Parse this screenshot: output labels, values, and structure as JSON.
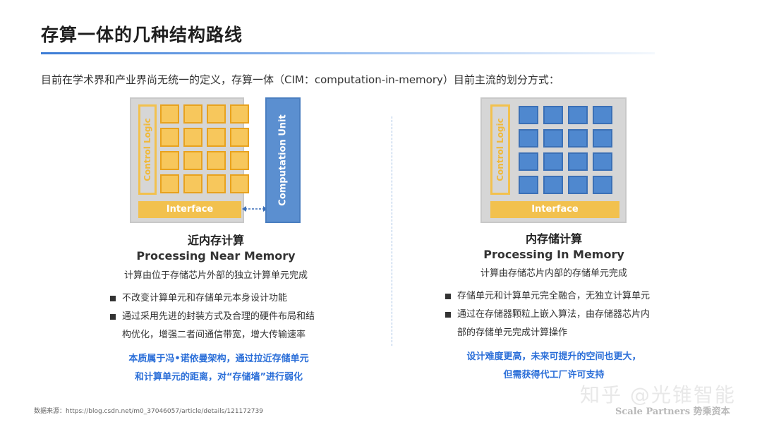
{
  "title": "存算一体的几种结构路线",
  "intro": "目前在学术界和产业界尚无统一的定义，存算一体（CIM：computation-in-memory）目前主流的划分方式：",
  "left": {
    "diagram": {
      "control_logic": "Control Logic",
      "interface": "Interface",
      "computation_unit": "Computation Unit",
      "cell_color": "#f7c75c"
    },
    "title_cn": "近内存计算",
    "title_en": "Processing Near Memory",
    "subtitle": "计算由位于存储芯片外部的独立计算单元完成",
    "bullets": [
      "不改变计算单元和存储单元本身设计功能",
      "通过采用先进的封装方式及合理的硬件布局和结",
      "构优化，增强二者间通信带宽，增大传输速率"
    ],
    "conclusion": [
      "本质属于冯•诺依曼架构，通过拉近存储单元",
      "和计算单元的距离，对“存储墙”进行弱化"
    ]
  },
  "right": {
    "diagram": {
      "control_logic": "Control Logic",
      "interface": "Interface",
      "cell_color": "#4f88cf"
    },
    "title_cn": "内存储计算",
    "title_en": "Processing In Memory",
    "subtitle": "计算由存储芯片内部的存储单元完成",
    "bullets": [
      "存储单元和计算单元完全融合，无独立计算单元",
      "通过在存储器颗粒上嵌入算法，由存储器芯片内",
      "部的存储单元完成计算操作"
    ],
    "conclusion": [
      "设计难度更高，未来可提升的空间也更大，",
      "但需获得代工厂许可支持"
    ]
  },
  "source": "数据来源：https://blog.csdn.net/m0_37046057/article/details/121172739",
  "watermark": {
    "zhihu": "知乎 @光锥智能",
    "scale": "Scale Partners 势乘资本"
  },
  "colors": {
    "accent_blue": "#2a6ed8",
    "memory_yellow": "#f2c14e",
    "compute_blue": "#5b8fd0"
  }
}
